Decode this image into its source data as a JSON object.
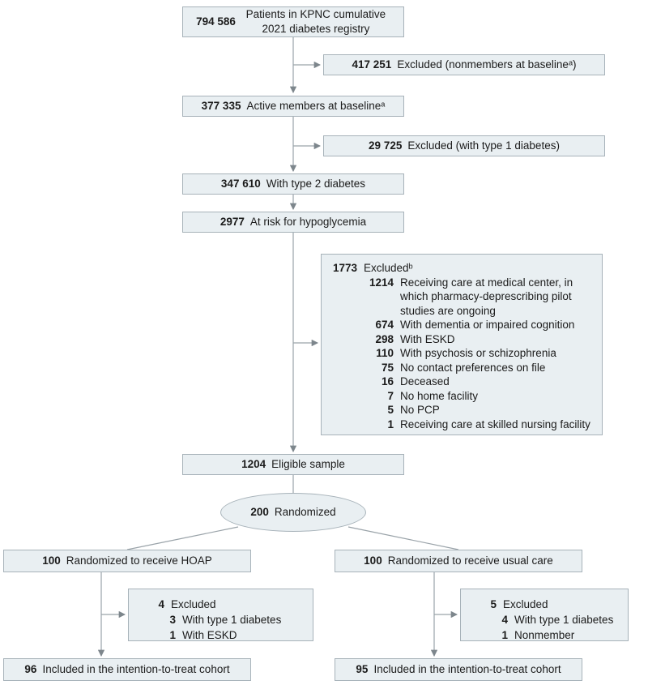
{
  "colors": {
    "box_fill": "#e9eff2",
    "box_border": "#a7b2b9",
    "connector_line": "#9aa3a9",
    "arrowhead": "#7d868c",
    "text": "#1b1b1b"
  },
  "nodes": {
    "registry": {
      "num": "794 586",
      "label": "Patients in KPNC cumulative 2021 diabetes registry"
    },
    "excluded_nonmembers": {
      "num": "417 251",
      "label": "Excluded (nonmembers at baselineᵃ)"
    },
    "active_members": {
      "num": "377 335",
      "label": "Active members at baselineᵃ"
    },
    "excluded_type1": {
      "num": "29 725",
      "label": "Excluded (with type 1 diabetes)"
    },
    "type2_diabetes": {
      "num": "347 610",
      "label": "With type 2 diabetes"
    },
    "at_risk": {
      "num": "2977",
      "label": "At risk for hypoglycemia"
    },
    "excluded_detail": {
      "num": "1773",
      "label": "Excludedᵇ",
      "items": [
        {
          "num": "1214",
          "label": "Receiving care at medical center, in which pharmacy-deprescribing pilot studies are ongoing"
        },
        {
          "num": "674",
          "label": "With dementia or impaired cognition"
        },
        {
          "num": "298",
          "label": "With ESKD"
        },
        {
          "num": "110",
          "label": "With psychosis or schizophrenia"
        },
        {
          "num": "75",
          "label": "No contact preferences on file"
        },
        {
          "num": "16",
          "label": "Deceased"
        },
        {
          "num": "7",
          "label": "No home facility"
        },
        {
          "num": "5",
          "label": "No PCP"
        },
        {
          "num": "1",
          "label": "Receiving care at skilled nursing facility"
        }
      ]
    },
    "eligible": {
      "num": "1204",
      "label": "Eligible sample"
    },
    "randomized": {
      "num": "200",
      "label": "Randomized"
    },
    "hoap_arm": {
      "num": "100",
      "label": "Randomized to receive HOAP"
    },
    "usual_arm": {
      "num": "100",
      "label": "Randomized to receive usual care"
    },
    "hoap_excluded": {
      "num": "4",
      "label": "Excluded",
      "items": [
        {
          "num": "3",
          "label": "With type 1 diabetes"
        },
        {
          "num": "1",
          "label": "With ESKD"
        }
      ]
    },
    "usual_excluded": {
      "num": "5",
      "label": "Excluded",
      "items": [
        {
          "num": "4",
          "label": "With type 1 diabetes"
        },
        {
          "num": "1",
          "label": "Nonmember"
        }
      ]
    },
    "hoap_itt": {
      "num": "96",
      "label": "Included in the intention-to-treat cohort"
    },
    "usual_itt": {
      "num": "95",
      "label": "Included in the intention-to-treat cohort"
    }
  }
}
